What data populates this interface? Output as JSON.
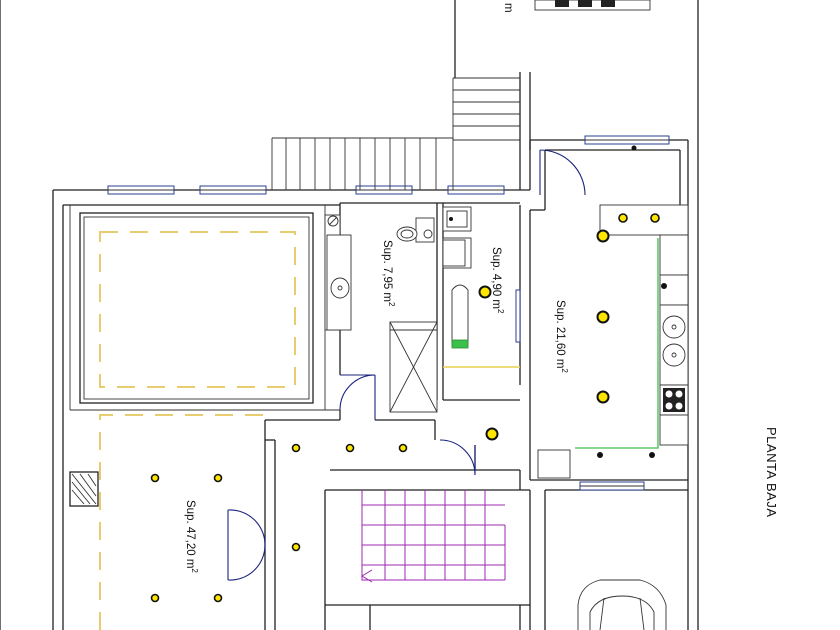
{
  "rooms": [
    {
      "id": "bathroom",
      "area_label": "Sup. 7,95 m",
      "exp": "2"
    },
    {
      "id": "washroom",
      "area_label": "Sup. 4,90 m",
      "exp": "2"
    },
    {
      "id": "kitchen",
      "area_label": "Sup. 21,60 m",
      "exp": "2"
    },
    {
      "id": "living",
      "area_label": "Sup. 47,20 m",
      "exp": "2"
    }
  ],
  "plan_title": "PLANTA BAJA",
  "top_fragment": "m",
  "colors": {
    "walls": "#222222",
    "windows": "#2a3f8f",
    "doors": "#1a237e",
    "lights": "#ffe600",
    "pool_dashes": "#e8cc70",
    "counter_line": "#3cc04a",
    "stair_lines": "#9c27b0"
  }
}
